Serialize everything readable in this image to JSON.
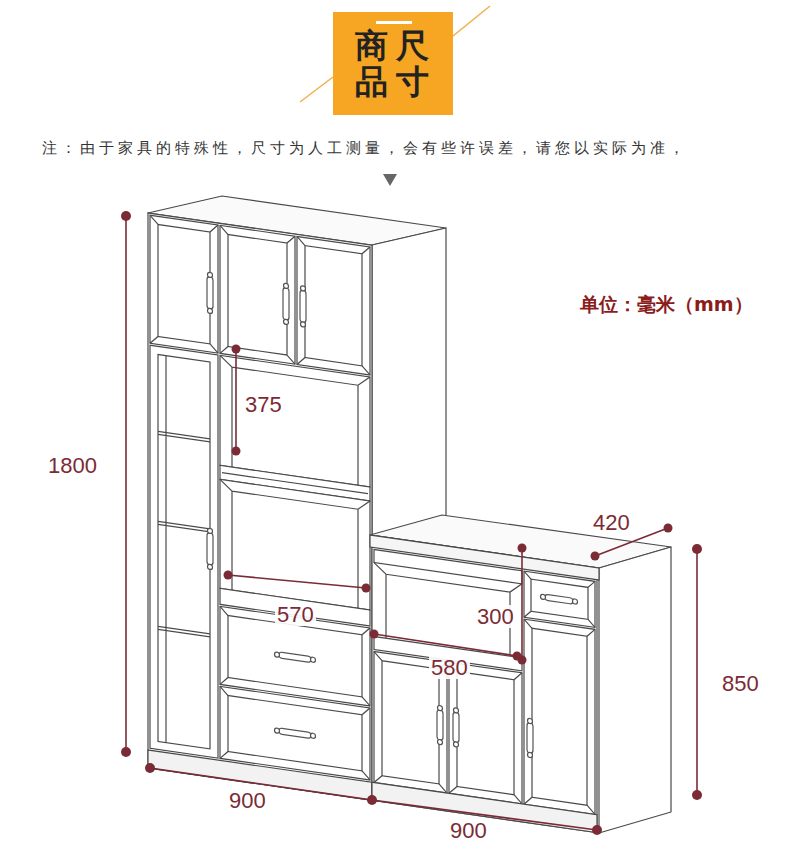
{
  "diagram": {
    "title": "商品尺寸",
    "labels": [
      "注：由于家具的特殊性，尺寸为人工测量，会有些许误差，请您以实际为准，",
      "单位：毫米（mm）",
      "1800",
      "375",
      "570",
      "300",
      "580",
      "420",
      "850",
      "900",
      "900"
    ]
  }
}
